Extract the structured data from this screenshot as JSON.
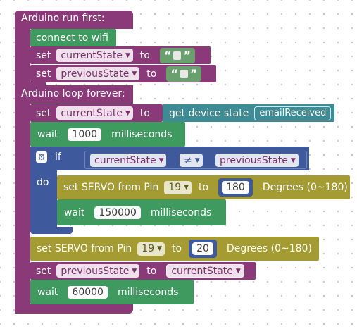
{
  "setup": {
    "hat_label": "Arduino run first:",
    "connect_wifi": "connect to wifi",
    "set1": {
      "prefix": "set",
      "var": "currentState",
      "to": "to",
      "open_quote": "“",
      "close_quote": "”"
    },
    "set2": {
      "prefix": "set",
      "var": "previousState",
      "to": "to",
      "open_quote": "“",
      "close_quote": "”"
    }
  },
  "loop": {
    "hat_label": "Arduino loop forever:",
    "set_state": {
      "prefix": "set",
      "var": "currentState",
      "to": "to",
      "get_label": "get device state",
      "get_value": "emailReceived"
    },
    "wait1": {
      "label": "wait",
      "value": "1000",
      "unit": "milliseconds"
    },
    "if_block": {
      "if_label": "if",
      "do_label": "do",
      "left": "currentState",
      "operator": "≠",
      "right": "previousState",
      "servo": {
        "label": "set SERVO from Pin",
        "pin": "19",
        "to": "to",
        "value": "180",
        "unit": "Degrees (0~180)"
      },
      "wait": {
        "label": "wait",
        "value": "150000",
        "unit": "milliseconds"
      }
    },
    "servo2": {
      "label": "set SERVO from Pin",
      "pin": "19",
      "to": "to",
      "value": "20",
      "unit": "Degrees (0~180)"
    },
    "set_prev": {
      "prefix": "set",
      "var": "previousState",
      "to": "to",
      "value_var": "currentState"
    },
    "wait2": {
      "label": "wait",
      "value": "60000",
      "unit": "milliseconds"
    }
  },
  "icons": {
    "dropdown": "▼",
    "gear": "⚙"
  },
  "colors": {
    "event": "#8a3a78",
    "action": "#3e9a5e",
    "get": "#3d8c95",
    "servo": "#a49b33",
    "logic": "#3f5a9c",
    "text": "#6aa06e",
    "background": "#ffffff"
  }
}
